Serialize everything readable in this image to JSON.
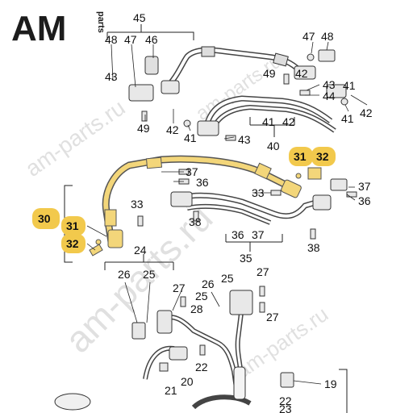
{
  "logo": {
    "text": "AM",
    "side_text": "parts",
    "color": "#1c1c1c"
  },
  "watermarks": [
    "am-parts.ru",
    "am-parts.ru",
    "am-parts.ru",
    "am-parts.ru"
  ],
  "highlight_color": "#f2c94c",
  "pipe_highlight_color": "#f3d67a",
  "callouts": [
    "45",
    "48",
    "47",
    "46",
    "47",
    "48",
    "49",
    "43",
    "44",
    "42",
    "43",
    "49",
    "42",
    "41",
    "41",
    "42",
    "41",
    "43",
    "41",
    "42",
    "40",
    "31",
    "32",
    "37",
    "36",
    "37",
    "36",
    "33",
    "33",
    "38",
    "30",
    "31",
    "32",
    "36",
    "37",
    "35",
    "38",
    "24",
    "26",
    "25",
    "27",
    "27",
    "26",
    "25",
    "25",
    "27",
    "28",
    "22",
    "20",
    "21",
    "19",
    "22",
    "23"
  ]
}
